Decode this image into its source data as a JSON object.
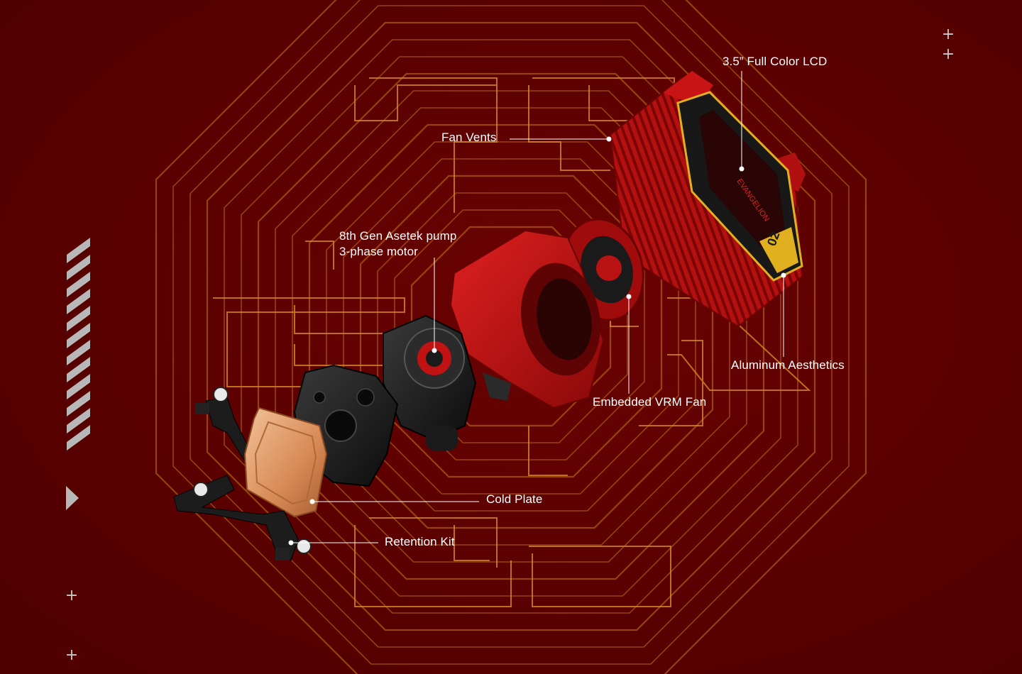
{
  "callouts": {
    "lcd": "3.5” Full Color LCD",
    "fan_vents": "Fan Vents",
    "pump_line1": "8th Gen Asetek pump",
    "pump_line2": "3-phase motor",
    "aluminum": "Aluminum Aesthetics",
    "vrm_fan": "Embedded VRM Fan",
    "cold_plate": "Cold Plate",
    "retention_kit": "Retention Kit"
  },
  "decor": {
    "plus_glyph": "+",
    "lcd_text": "EVANGELION",
    "lcd_number": "02"
  },
  "colors": {
    "background": "#5a0000",
    "circuit_lines": "#c8781a",
    "device_red": "#c01010",
    "device_black": "#1a1a1a",
    "copper": "#e0a070",
    "callout_text": "#ffffff",
    "stripes": "#b8b8b8"
  },
  "icons": {
    "plus_marker": "plus-icon",
    "play_arrow": "play-arrow-icon",
    "hazard_stripes": "hazard-stripes-icon"
  }
}
